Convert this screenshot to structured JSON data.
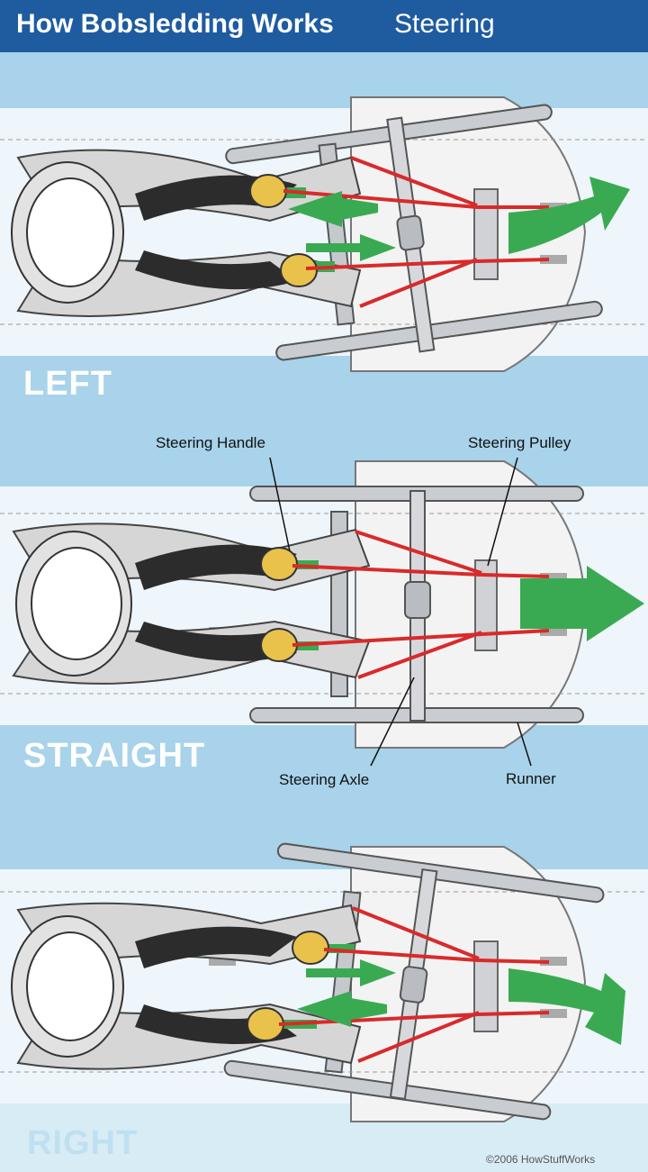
{
  "header": {
    "title": "How Bobsledding Works",
    "subtitle": "Steering"
  },
  "panels": [
    {
      "label": "LEFT"
    },
    {
      "label": "STRAIGHT"
    },
    {
      "label": "RIGHT"
    }
  ],
  "callouts": {
    "steering_handle": "Steering Handle",
    "steering_pulley": "Steering Pulley",
    "steering_axle": "Steering Axle",
    "runner": "Runner"
  },
  "credit": "©2006 HowStuffWorks",
  "colors": {
    "header": "#1e5b9f",
    "band": "#a8d3ea",
    "cable": "#d92a2a",
    "arrow": "#3aaa52",
    "hand": "#e9c24c"
  }
}
